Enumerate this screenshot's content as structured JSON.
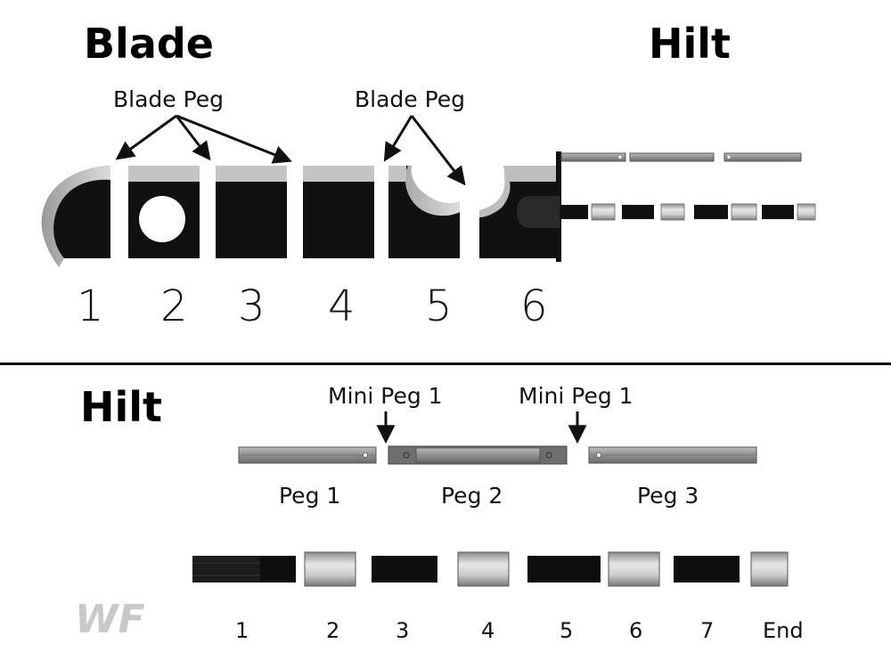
{
  "top": {
    "blade_title": "Blade",
    "hilt_title": "Hilt",
    "blade_peg_label_1": "Blade Peg",
    "blade_peg_label_2": "Blade Peg",
    "segment_numbers": [
      "1",
      "2",
      "3",
      "4",
      "5",
      "6"
    ]
  },
  "bottom": {
    "hilt_title": "Hilt",
    "mini_peg_label_1": "Mini Peg 1",
    "mini_peg_label_2": "Mini Peg 1",
    "peg_labels": [
      "Peg 1",
      "Peg 2",
      "Peg 3"
    ],
    "hilt_part_numbers": [
      "1",
      "2",
      "3",
      "4",
      "5",
      "6",
      "7",
      "End"
    ]
  },
  "watermark": "WF",
  "colors": {
    "blade_black": "#111111",
    "blade_edge": "#b8b8b8",
    "peg_gray": "#8a8a8a",
    "silver": "#bdbdbd"
  }
}
